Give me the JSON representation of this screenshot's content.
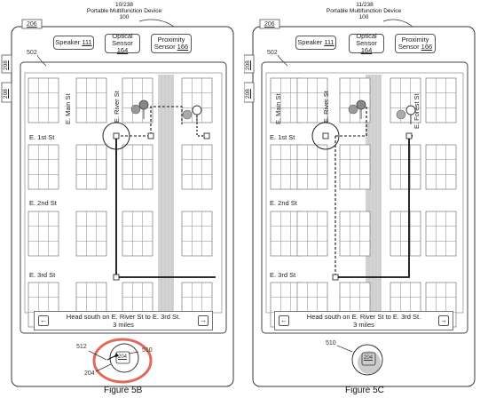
{
  "figure_b": {
    "page_ref": "10/238",
    "device_title": "Portable Multifunction Device",
    "device_ref": "100",
    "ref_206": "206",
    "ref_208a": "208",
    "ref_208b": "208",
    "ref_502": "502",
    "speaker": {
      "label": "Speaker",
      "ref": "111"
    },
    "optical": {
      "label_1": "Optical",
      "label_2": "Sensor",
      "ref": "164"
    },
    "proximity": {
      "label_1": "Proximity",
      "label_2": "Sensor",
      "ref": "166"
    },
    "streets": {
      "main": "E. Main St",
      "river": "E. River St",
      "first": "E. 1st St",
      "second": "E. 2nd St",
      "third": "E. 3rd St"
    },
    "nav": {
      "line1": "Head south on E. River St to E. 3rd St.",
      "line2": "3 miles",
      "left_arrow": "←",
      "right_arrow": "→"
    },
    "home_button": {
      "label": "204"
    },
    "callouts": {
      "a": "512",
      "b": "510"
    },
    "caption": "Figure 5B"
  },
  "figure_c": {
    "page_ref": "11/238",
    "device_title": "Portable Multifunction Device",
    "device_ref": "100",
    "ref_206": "206",
    "ref_208a": "208",
    "ref_208b": "208",
    "ref_502": "502",
    "speaker": {
      "label": "Speaker",
      "ref": "111"
    },
    "optical": {
      "label_1": "Optical",
      "label_2": "Sensor",
      "ref": "164"
    },
    "proximity": {
      "label_1": "Proximity",
      "label_2": "Sensor",
      "ref": "166"
    },
    "streets": {
      "main": "E. Main St",
      "river": "E. River St",
      "forest": "E. Forest St",
      "first": "E. 1st St",
      "second": "E. 2nd St",
      "third": "E. 3rd St"
    },
    "nav": {
      "line1": "Head south on E. River St to E. 3rd St.",
      "line2": "3 miles",
      "left_arrow": "←",
      "right_arrow": "→"
    },
    "home_button": {
      "label": "204"
    },
    "callouts": {
      "a": "510"
    },
    "caption": "Figure 5C"
  },
  "colors": {
    "highlight_ring": "#e06a5a",
    "line": "#111111",
    "block_line": "#777777",
    "river_band": "#d4d4d4"
  }
}
